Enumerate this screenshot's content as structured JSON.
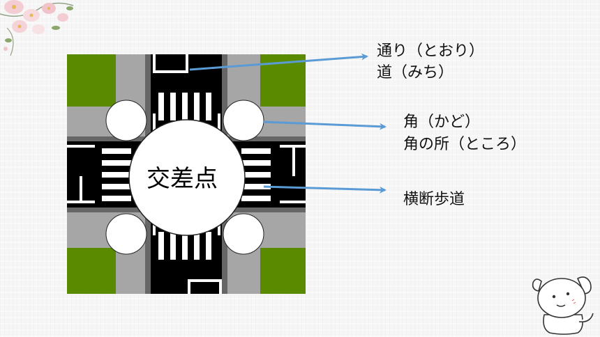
{
  "intersection": {
    "center_label": "交差点"
  },
  "labels": {
    "street": {
      "line1": "通り（とおり）",
      "line2": "道（みち）"
    },
    "corner": {
      "line1": "角（かど）",
      "line2": "角の所（ところ）"
    },
    "crosswalk": {
      "line1": "横断歩道"
    }
  },
  "colors": {
    "grass": "#5a8a00",
    "sidewalk": "#a6a6a6",
    "road": "#000000",
    "stripe": "#ffffff",
    "arrow": "#5b9bd5"
  },
  "decorations": {
    "top_left": "flower-cluster",
    "bottom_right": "cartoon-dog"
  }
}
